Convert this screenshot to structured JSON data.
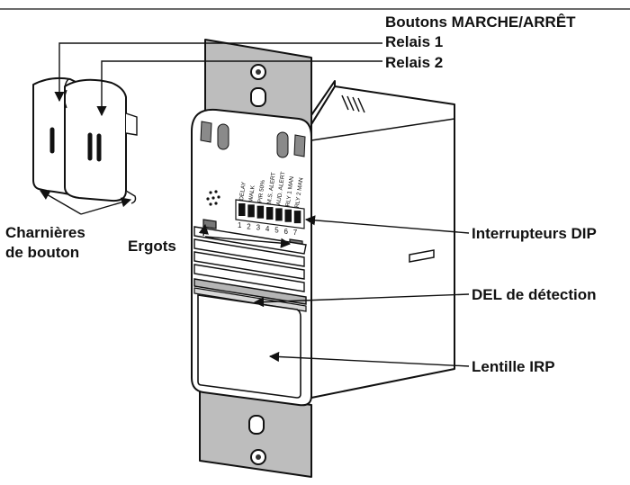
{
  "labels": {
    "buttons": "Boutons MARCHE/ARRÊT",
    "relay1": "Relais 1",
    "relay2": "Relais 2",
    "hinges_line1": "Charnières",
    "hinges_line2": "de bouton",
    "tabs": "Ergots",
    "dip_switches": "Interrupteurs DIP",
    "led": "DEL de détection",
    "lens": "Lentille IRP"
  },
  "dip_settings": [
    "DELAY",
    "WALK",
    "PIR 50%",
    "M.S. ALERT",
    "AUD. ALERT",
    "RLY 1 MAN",
    "RLY 2 MAN"
  ],
  "dip_numbers": [
    "1",
    "2",
    "3",
    "4",
    "5",
    "6",
    "7"
  ]
}
